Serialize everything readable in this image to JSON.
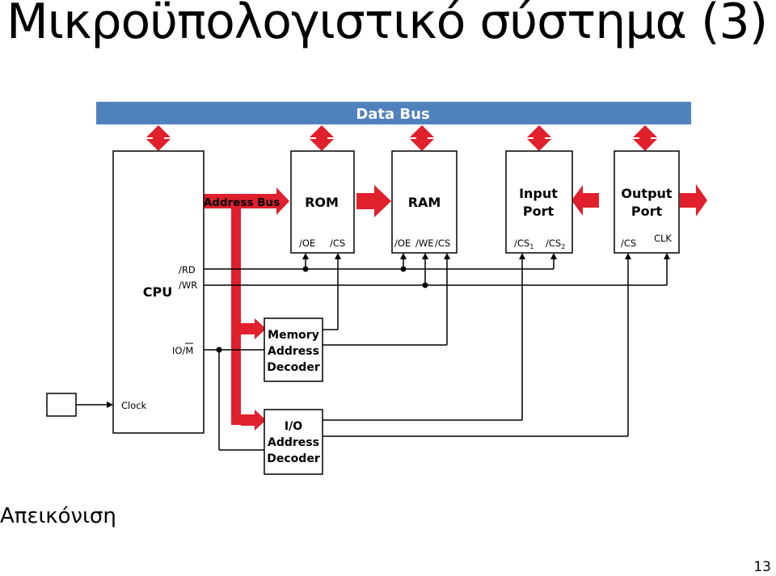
{
  "slide": {
    "title": "Μικροϋπολογιστικό σύστημα (3)",
    "caption": "Απεικόνιση",
    "page_number": "13"
  },
  "diagram": {
    "data_bus": "Data Bus",
    "address_bus": "Address Bus",
    "cpu": {
      "label": "CPU",
      "rd": "/RD",
      "wr": "/WR",
      "io_m": "IO/M",
      "clock": "Clock"
    },
    "rom": {
      "label": "ROM",
      "oe": "/OE",
      "cs": "/CS"
    },
    "ram": {
      "label": "RAM",
      "oe": "/OE",
      "we": "/WE",
      "cs": "/CS"
    },
    "input_port": {
      "line1": "Input",
      "line2": "Port",
      "cs1": "/CS",
      "cs1_sub": "1",
      "cs2": "/CS",
      "cs2_sub": "2"
    },
    "output_port": {
      "line1": "Output",
      "line2": "Port",
      "cs": "/CS",
      "clk": "CLK"
    },
    "memory_decoder": {
      "line1": "Memory",
      "line2": "Address",
      "line3": "Decoder"
    },
    "io_decoder": {
      "line1": "I/O",
      "line2": "Address",
      "line3": "Decoder"
    },
    "colors": {
      "data_bus": "#4f81bd",
      "address_bus": "#e0202c",
      "wire": "#000000"
    }
  }
}
